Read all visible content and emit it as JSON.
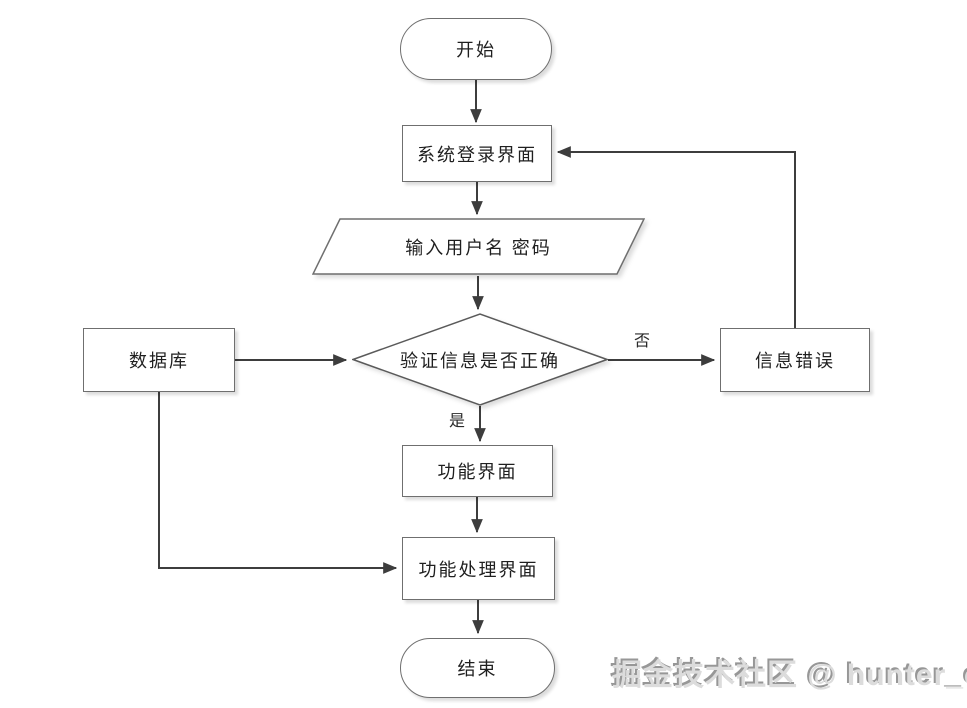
{
  "diagram": {
    "type": "flowchart",
    "nodes": {
      "start": {
        "label": "开始",
        "shape": "terminator"
      },
      "login_screen": {
        "label": "系统登录界面",
        "shape": "process"
      },
      "input_credentials": {
        "label": "输入用户名 密码",
        "shape": "input-output"
      },
      "verify_info": {
        "label": "验证信息是否正确",
        "shape": "decision"
      },
      "database": {
        "label": "数据库",
        "shape": "process"
      },
      "info_error": {
        "label": "信息错误",
        "shape": "process"
      },
      "function_screen": {
        "label": "功能界面",
        "shape": "process"
      },
      "function_process_screen": {
        "label": "功能处理界面",
        "shape": "process"
      },
      "end": {
        "label": "结束",
        "shape": "terminator"
      }
    },
    "edge_labels": {
      "yes": "是",
      "no": "否"
    },
    "colors": {
      "connector": "#3d3d3d",
      "shape_border": "#6f6f6f",
      "shape_fill": "#ffffff",
      "text": "#1f1f1f"
    }
  },
  "watermark": {
    "text": "掘金技术社区 @ hunter_code",
    "color": "#dcdcdc"
  }
}
